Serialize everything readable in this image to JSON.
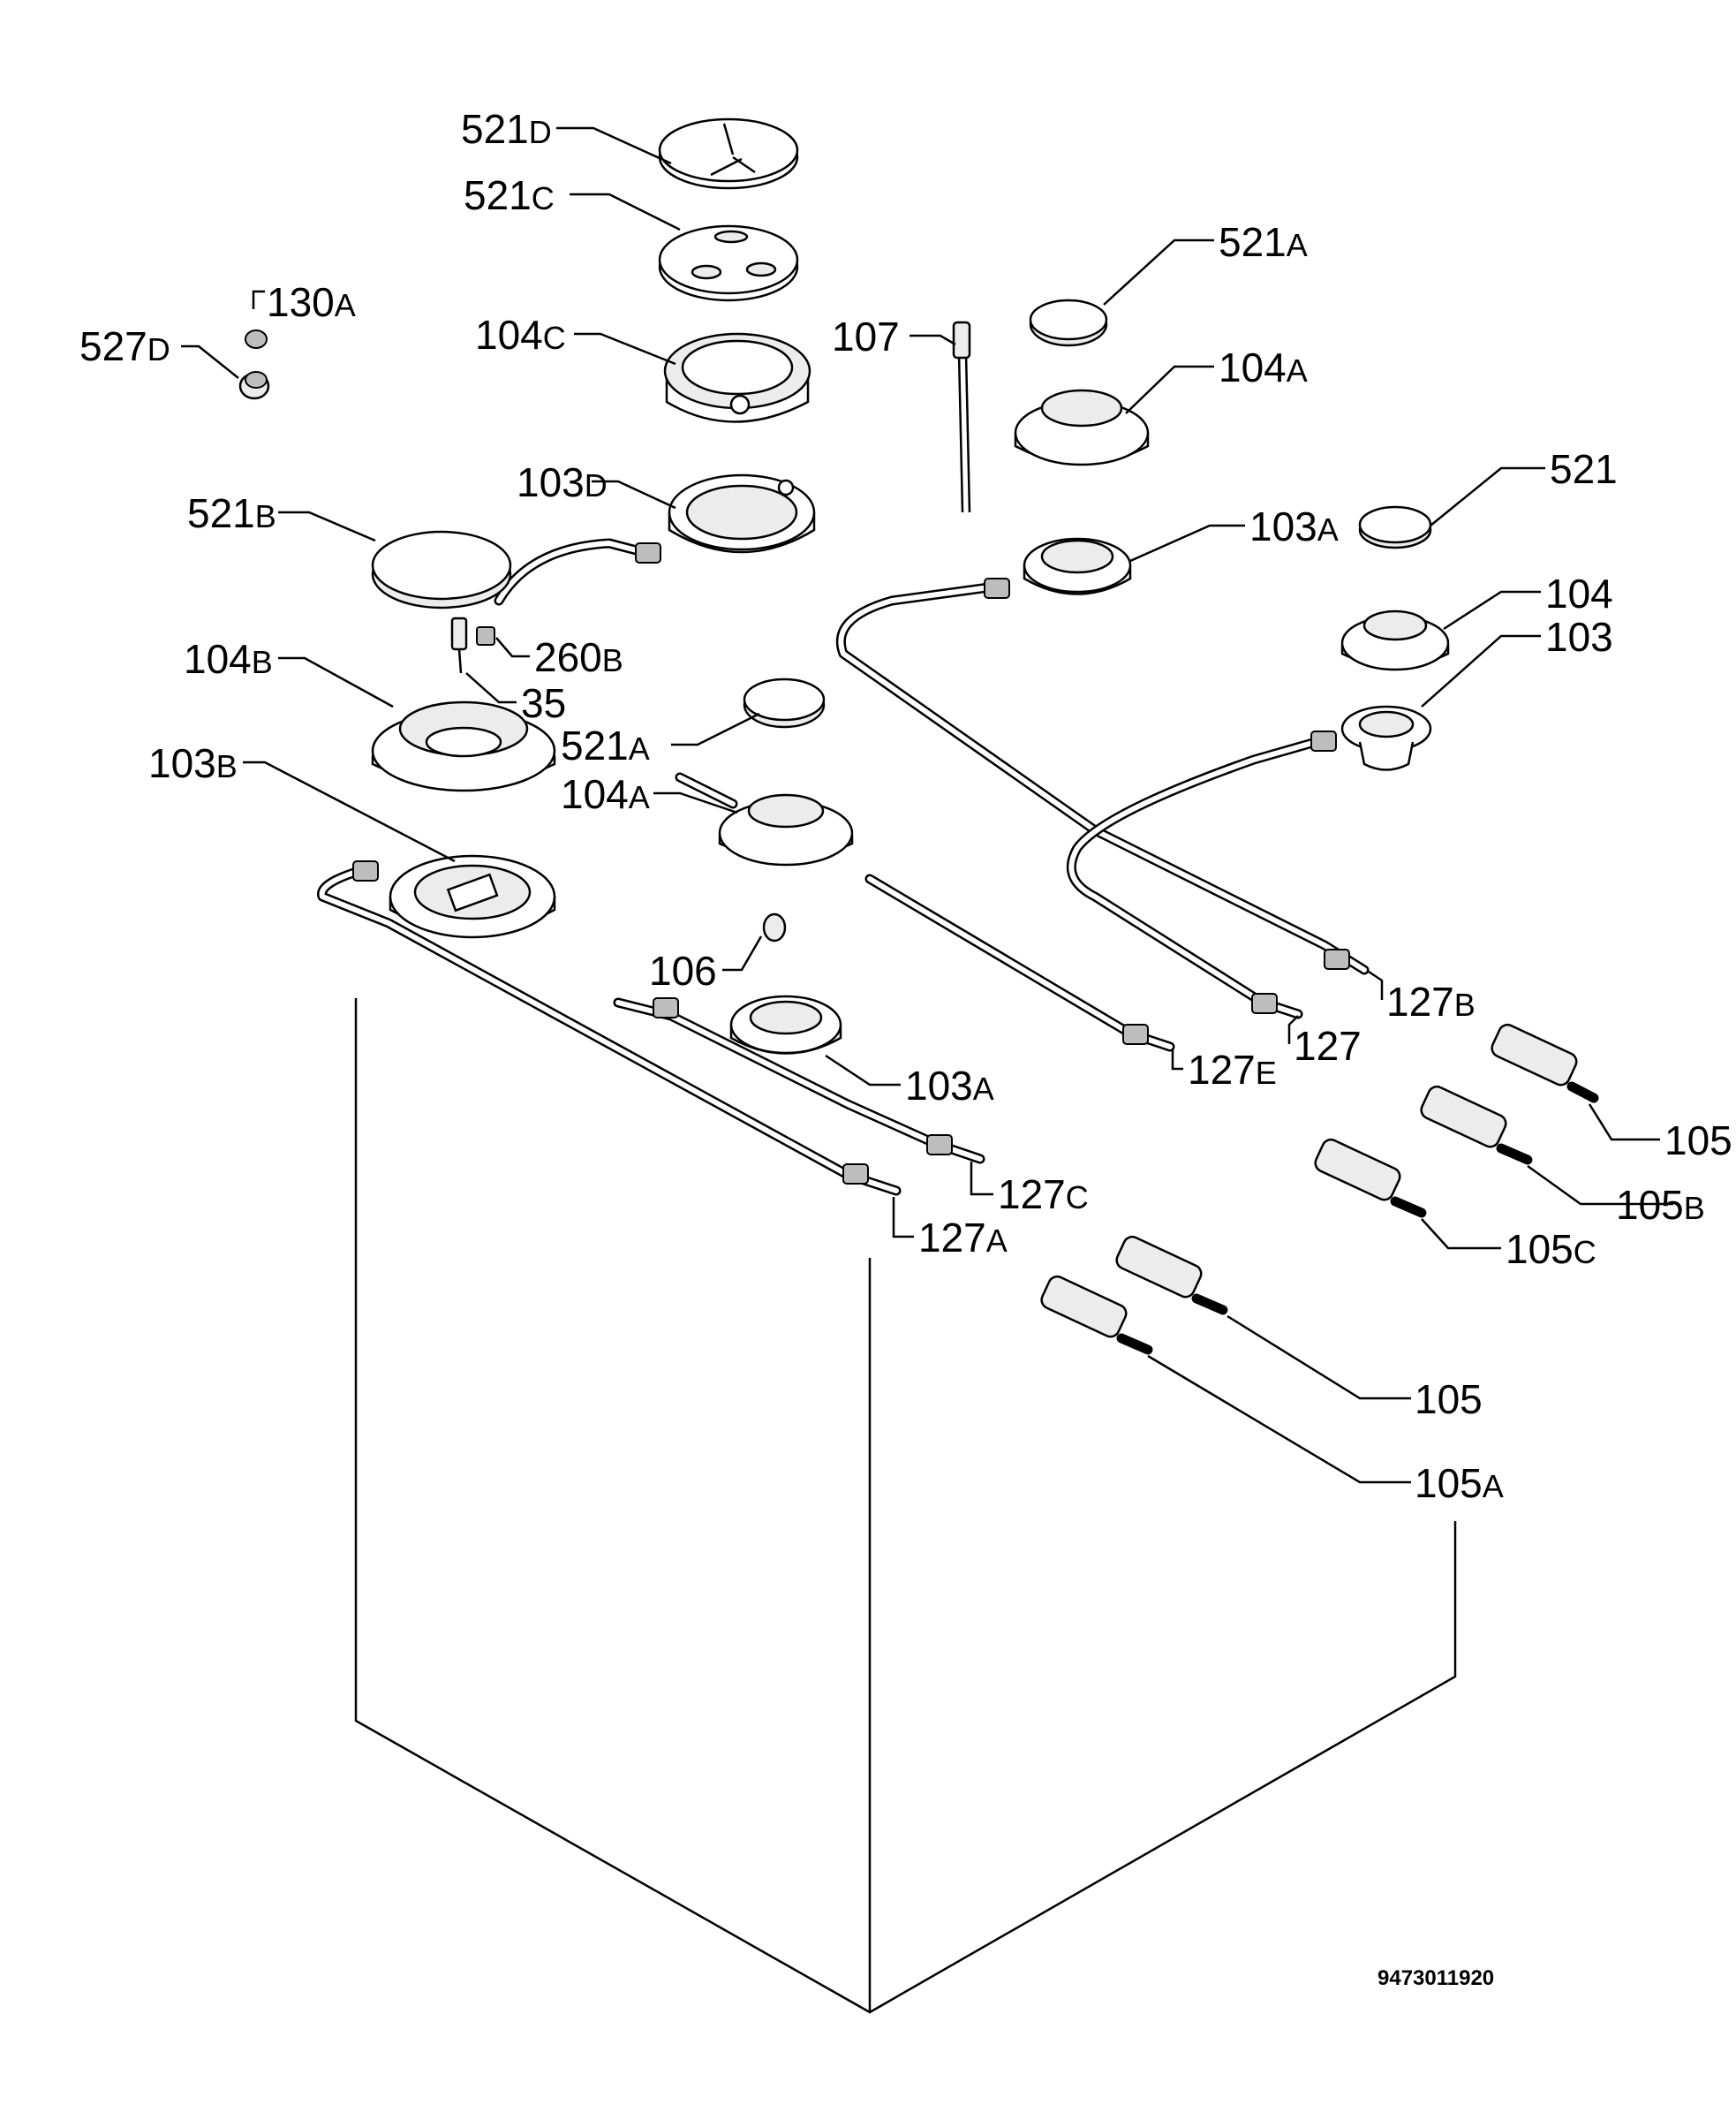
{
  "labels": {
    "l521d": {
      "num": "521",
      "suf": "D"
    },
    "l521c": {
      "num": "521",
      "suf": "C"
    },
    "l521a_top": {
      "num": "521",
      "suf": "A"
    },
    "l130a": {
      "num": "130",
      "suf": "A"
    },
    "l527d": {
      "num": "527",
      "suf": "D"
    },
    "l104c": {
      "num": "104",
      "suf": "C"
    },
    "l107": {
      "num": "107",
      "suf": ""
    },
    "l104a_top": {
      "num": "104",
      "suf": "A"
    },
    "l103d": {
      "num": "103",
      "suf": "D"
    },
    "l521b": {
      "num": "521",
      "suf": "B"
    },
    "l521": {
      "num": "521",
      "suf": ""
    },
    "l103a_top": {
      "num": "103",
      "suf": "A"
    },
    "l260b": {
      "num": "260",
      "suf": "B"
    },
    "l104": {
      "num": "104",
      "suf": ""
    },
    "l104b": {
      "num": "104",
      "suf": "B"
    },
    "l103": {
      "num": "103",
      "suf": ""
    },
    "l35": {
      "num": "35",
      "suf": ""
    },
    "l521a_mid": {
      "num": "521",
      "suf": "A"
    },
    "l103b": {
      "num": "103",
      "suf": "B"
    },
    "l104a_mid": {
      "num": "104",
      "suf": "A"
    },
    "l106": {
      "num": "106",
      "suf": ""
    },
    "l127b": {
      "num": "127",
      "suf": "B"
    },
    "l127": {
      "num": "127",
      "suf": ""
    },
    "l127e": {
      "num": "127",
      "suf": "E"
    },
    "l103a_low": {
      "num": "103",
      "suf": "A"
    },
    "l105_top": {
      "num": "105",
      "suf": ""
    },
    "l127c": {
      "num": "127",
      "suf": "C"
    },
    "l105b": {
      "num": "105",
      "suf": "B"
    },
    "l127a": {
      "num": "127",
      "suf": "A"
    },
    "l105c": {
      "num": "105",
      "suf": "C"
    },
    "l105_low": {
      "num": "105",
      "suf": ""
    },
    "l105a": {
      "num": "105",
      "suf": "A"
    }
  },
  "document_code": "9473011920"
}
